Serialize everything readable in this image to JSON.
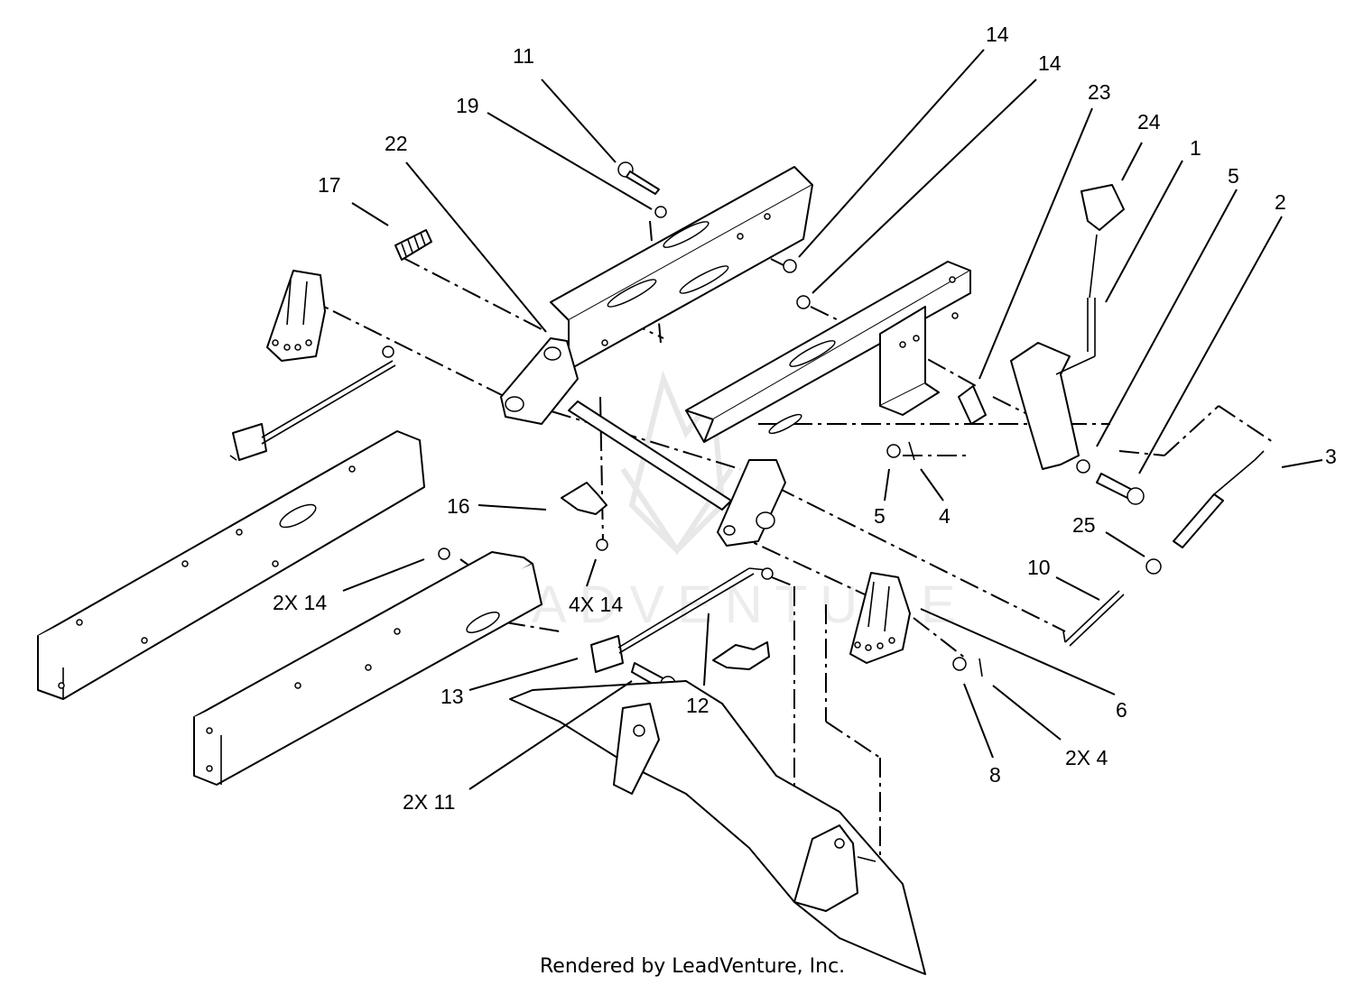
{
  "watermark": {
    "text": "LEADVENTURE"
  },
  "footer": {
    "credit": "Rendered by LeadVenture, Inc."
  },
  "callouts": [
    {
      "id": "c1",
      "label": "1"
    },
    {
      "id": "c2",
      "label": "2"
    },
    {
      "id": "c3",
      "label": "3"
    },
    {
      "id": "c4",
      "label": "4"
    },
    {
      "id": "c5a",
      "label": "5"
    },
    {
      "id": "c5b",
      "label": "5"
    },
    {
      "id": "c6",
      "label": "6"
    },
    {
      "id": "c8",
      "label": "8"
    },
    {
      "id": "c10",
      "label": "10"
    },
    {
      "id": "c11",
      "label": "11"
    },
    {
      "id": "c12",
      "label": "12"
    },
    {
      "id": "c13",
      "label": "13"
    },
    {
      "id": "c14a",
      "label": "14"
    },
    {
      "id": "c14b",
      "label": "14"
    },
    {
      "id": "c16",
      "label": "16"
    },
    {
      "id": "c17",
      "label": "17"
    },
    {
      "id": "c19",
      "label": "19"
    },
    {
      "id": "c22",
      "label": "22"
    },
    {
      "id": "c23",
      "label": "23"
    },
    {
      "id": "c24",
      "label": "24"
    },
    {
      "id": "c25",
      "label": "25"
    },
    {
      "id": "c2x4",
      "label": "2X 4"
    },
    {
      "id": "c2x11",
      "label": "2X 11"
    },
    {
      "id": "c2x14",
      "label": "2X 14"
    },
    {
      "id": "c4x14",
      "label": "4X 14"
    }
  ]
}
